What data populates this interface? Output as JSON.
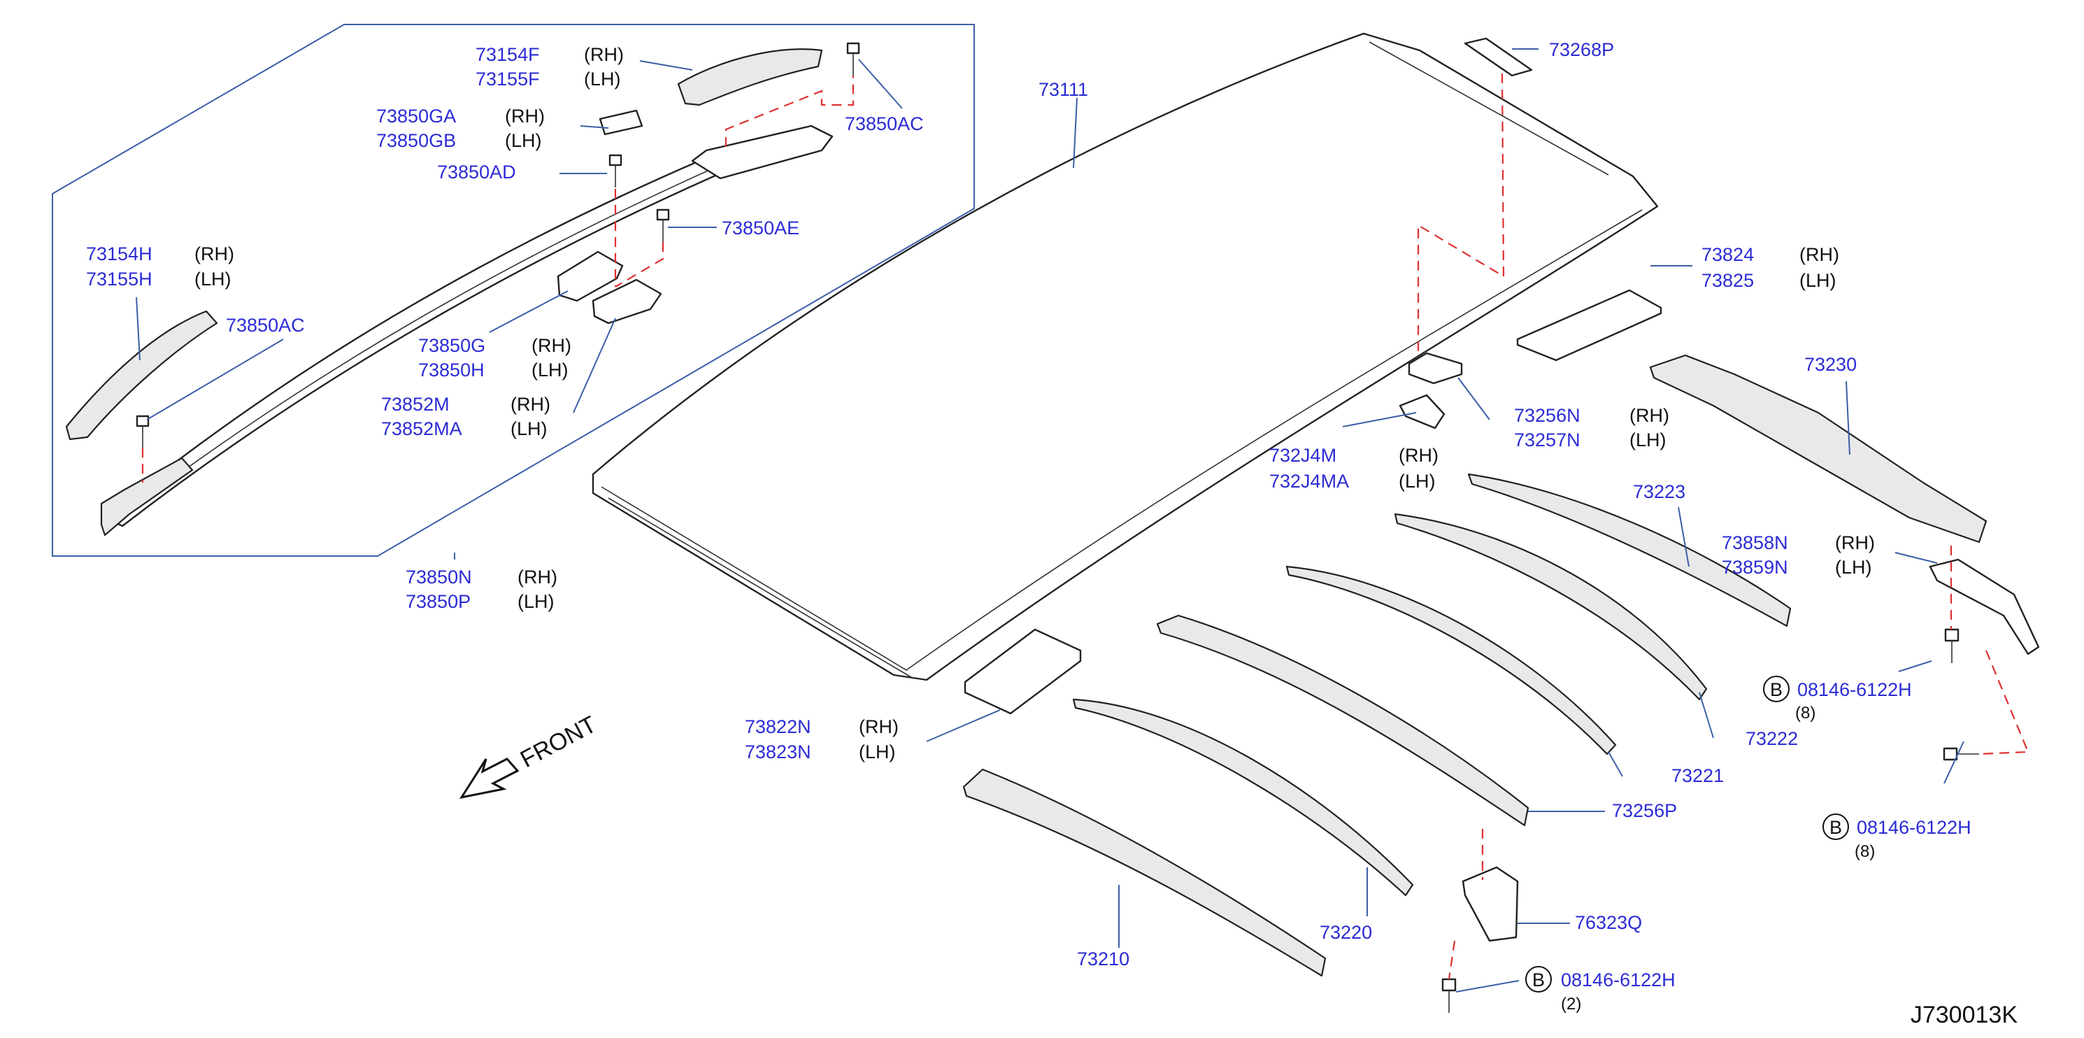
{
  "drawing_code": "J730013K",
  "front_label": "FRONT",
  "callouts": [
    {
      "id": "c-73154F",
      "lines": [
        {
          "pn": "73154F",
          "side": "(RH)"
        },
        {
          "pn": "73155F",
          "side": "(LH)"
        }
      ]
    },
    {
      "id": "c-73850GA",
      "lines": [
        {
          "pn": "73850GA",
          "side": "(RH)"
        },
        {
          "pn": "73850GB",
          "side": "(LH)"
        }
      ]
    },
    {
      "id": "c-73850AD",
      "lines": [
        {
          "pn": "73850AD",
          "side": ""
        }
      ]
    },
    {
      "id": "c-73850AC-top",
      "lines": [
        {
          "pn": "73850AC",
          "side": ""
        }
      ]
    },
    {
      "id": "c-73850AE",
      "lines": [
        {
          "pn": "73850AE",
          "side": ""
        }
      ]
    },
    {
      "id": "c-73154H",
      "lines": [
        {
          "pn": "73154H",
          "side": "(RH)"
        },
        {
          "pn": "73155H",
          "side": "(LH)"
        }
      ]
    },
    {
      "id": "c-73850AC-left",
      "lines": [
        {
          "pn": "73850AC",
          "side": ""
        }
      ]
    },
    {
      "id": "c-73850G",
      "lines": [
        {
          "pn": "73850G",
          "side": "(RH)"
        },
        {
          "pn": "73850H",
          "side": "(LH)"
        }
      ]
    },
    {
      "id": "c-73852M",
      "lines": [
        {
          "pn": "73852M",
          "side": "(RH)"
        },
        {
          "pn": "73852MA",
          "side": "(LH)"
        }
      ]
    },
    {
      "id": "c-73850N",
      "lines": [
        {
          "pn": "73850N",
          "side": "(RH)"
        },
        {
          "pn": "73850P",
          "side": "(LH)"
        }
      ]
    },
    {
      "id": "c-73111",
      "lines": [
        {
          "pn": "73111",
          "side": ""
        }
      ]
    },
    {
      "id": "c-73268P",
      "lines": [
        {
          "pn": "73268P",
          "side": ""
        }
      ]
    },
    {
      "id": "c-73824",
      "lines": [
        {
          "pn": "73824",
          "side": "(RH)"
        },
        {
          "pn": "73825",
          "side": "(LH)"
        }
      ]
    },
    {
      "id": "c-73230",
      "lines": [
        {
          "pn": "73230",
          "side": ""
        }
      ]
    },
    {
      "id": "c-73256N",
      "lines": [
        {
          "pn": "73256N",
          "side": "(RH)"
        },
        {
          "pn": "73257N",
          "side": "(LH)"
        }
      ]
    },
    {
      "id": "c-732J4M",
      "lines": [
        {
          "pn": "732J4M",
          "side": "(RH)"
        },
        {
          "pn": "732J4MA",
          "side": "(LH)"
        }
      ]
    },
    {
      "id": "c-73223",
      "lines": [
        {
          "pn": "73223",
          "side": ""
        }
      ]
    },
    {
      "id": "c-73858N",
      "lines": [
        {
          "pn": "73858N",
          "side": "(RH)"
        },
        {
          "pn": "73859N",
          "side": "(LH)"
        }
      ]
    },
    {
      "id": "c-73222",
      "lines": [
        {
          "pn": "73222",
          "side": ""
        }
      ]
    },
    {
      "id": "c-73221",
      "lines": [
        {
          "pn": "73221",
          "side": ""
        }
      ]
    },
    {
      "id": "c-73256P",
      "lines": [
        {
          "pn": "73256P",
          "side": ""
        }
      ]
    },
    {
      "id": "c-73822N",
      "lines": [
        {
          "pn": "73822N",
          "side": "(RH)"
        },
        {
          "pn": "73823N",
          "side": "(LH)"
        }
      ]
    },
    {
      "id": "c-73220",
      "lines": [
        {
          "pn": "73220",
          "side": ""
        }
      ]
    },
    {
      "id": "c-73210",
      "lines": [
        {
          "pn": "73210",
          "side": ""
        }
      ]
    },
    {
      "id": "c-76323Q",
      "lines": [
        {
          "pn": "76323Q",
          "side": ""
        }
      ]
    }
  ],
  "bolt_refs": [
    {
      "id": "b1",
      "badge": "B",
      "pn": "08146-6122H",
      "qty": "(8)"
    },
    {
      "id": "b2",
      "badge": "B",
      "pn": "08146-6122H",
      "qty": "(8)"
    },
    {
      "id": "b3",
      "badge": "B",
      "pn": "08146-6122H",
      "qty": "(2)"
    }
  ]
}
